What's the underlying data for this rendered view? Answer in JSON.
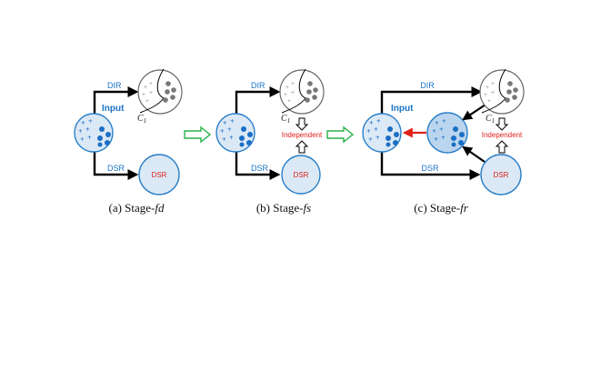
{
  "colors": {
    "input_fill": "#dbe8f6",
    "input_stroke": "#2a7fc8",
    "marker_blue": "#1a6fc4",
    "marker_gray": "#777777",
    "red_text": "#e0221b",
    "transition_arrow": "#27b24a",
    "edge": "#000000",
    "red_edge": "#e0221b"
  },
  "panels": [
    {
      "dir_label": "DIR",
      "dsr_label": "DSR",
      "input_label": "Input",
      "node_dsr": "DSR",
      "cluster_label": "C",
      "cluster_sub": "1",
      "caption_prefix": "(a) Stage-",
      "caption_italic": "fd"
    },
    {
      "dir_label": "DIR",
      "dsr_label": "DSR",
      "node_dsr": "DSR",
      "cluster_label": "C",
      "cluster_sub": "1",
      "independent": "Independent",
      "caption_prefix": "(b) Stage-",
      "caption_italic": "fs"
    },
    {
      "dir_label": "DIR",
      "dsr_label": "DSR",
      "input_label": "Input",
      "node_dsr": "DSR",
      "cluster_label": "C",
      "cluster_sub": "1",
      "independent": "Independent",
      "caption_prefix": "(c) Stage-",
      "caption_italic": "fr"
    }
  ]
}
